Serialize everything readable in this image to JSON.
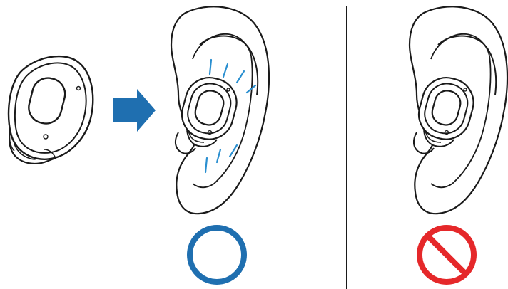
{
  "diagram": {
    "panels": [
      {
        "id": "correct",
        "result": "correct",
        "result_icon": "circle-ok-icon"
      },
      {
        "id": "incorrect",
        "result": "incorrect",
        "result_icon": "prohibited-icon"
      }
    ],
    "colors": {
      "line": "#1a1a1a",
      "accent_blue": "#1f6fb0",
      "accent_red": "#e5282a",
      "sound_waves": "#2a8fd0",
      "background": "#ffffff"
    }
  }
}
